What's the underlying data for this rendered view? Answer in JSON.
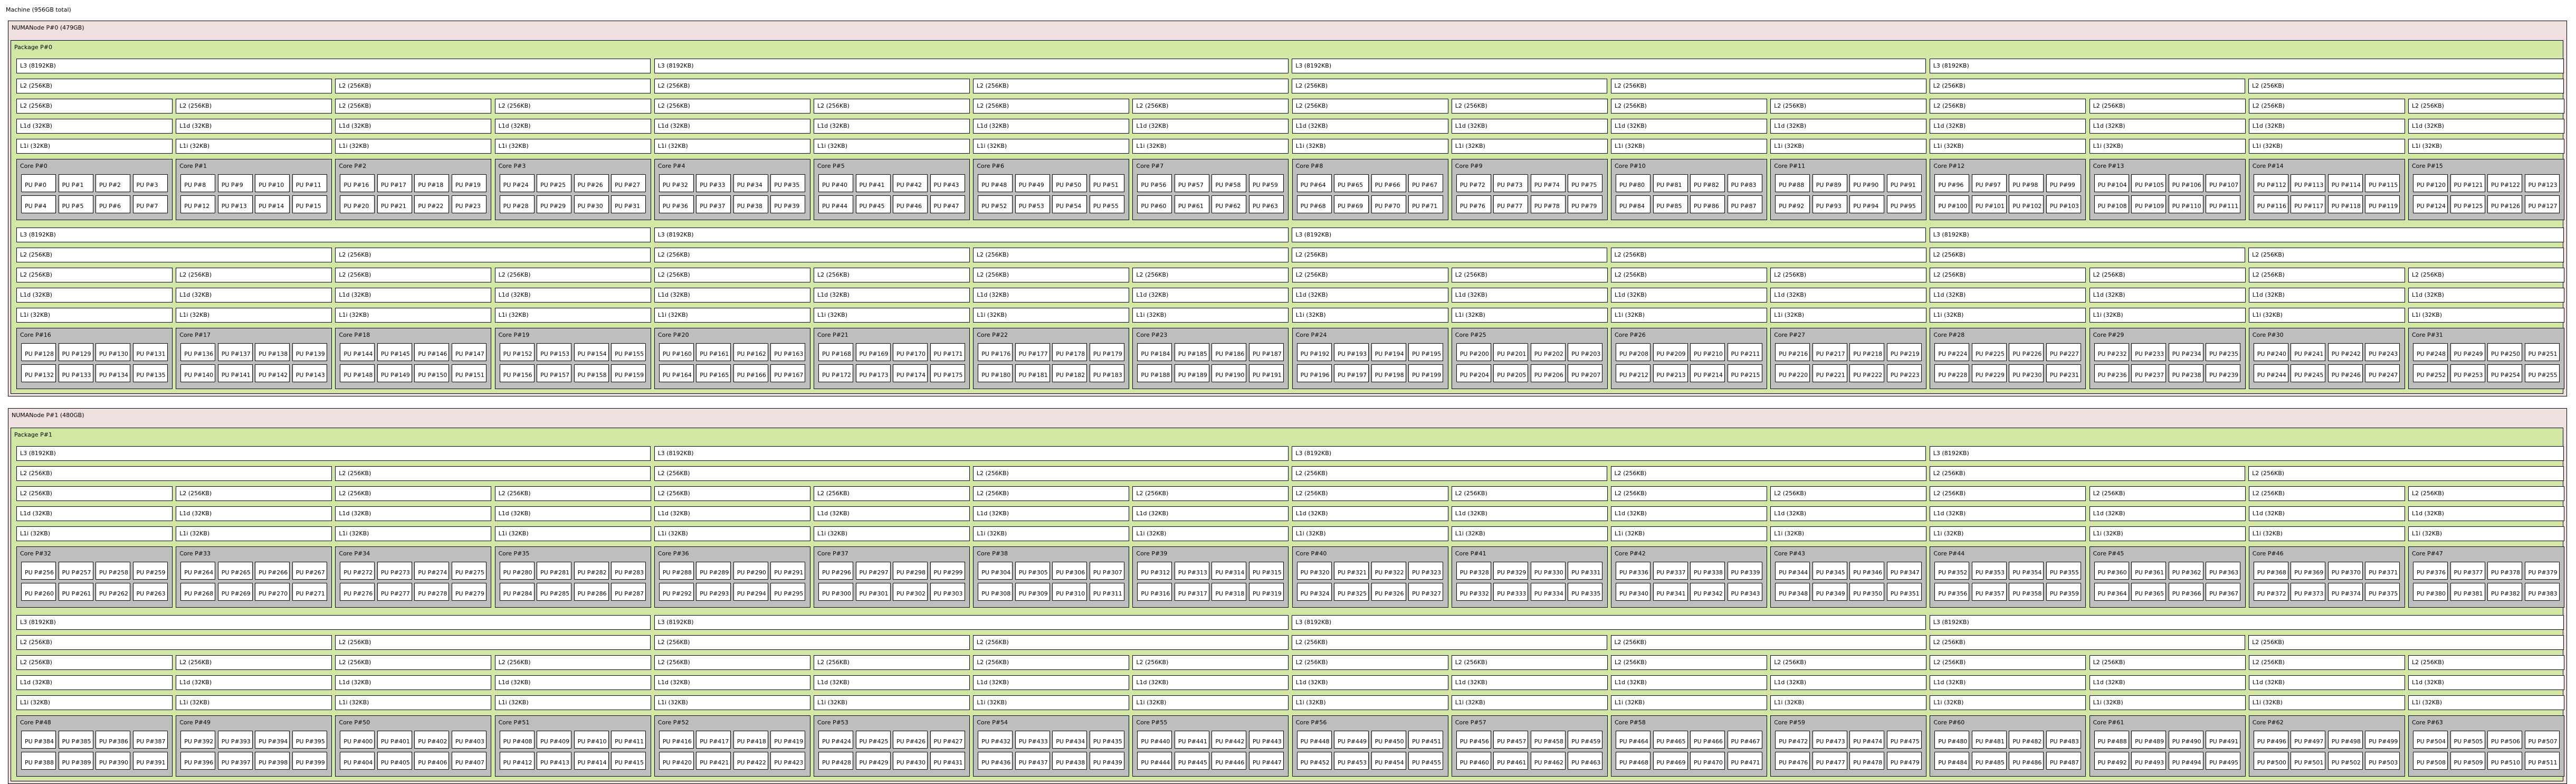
{
  "machine": {
    "label": "Machine (956GB total)"
  },
  "numa_nodes": [
    {
      "label": "NUMANode P#0 (479GB)",
      "package_label": "Package P#0",
      "groups": [
        {
          "l3": [
            "L3 (8192KB)",
            "L3 (8192KB)",
            "L3 (8192KB)",
            "L3 (8192KB)"
          ]
        },
        {
          "l3": [
            "L3 (8192KB)",
            "L3 (8192KB)",
            "L3 (8192KB)",
            "L3 (8192KB)"
          ]
        }
      ]
    },
    {
      "label": "NUMANode P#1 (480GB)",
      "package_label": "Package P#1",
      "groups": [
        {
          "l3": [
            "L3 (8192KB)",
            "L3 (8192KB)",
            "L3 (8192KB)",
            "L3 (8192KB)"
          ]
        },
        {
          "l3": [
            "L3 (8192KB)",
            "L3 (8192KB)",
            "L3 (8192KB)",
            "L3 (8192KB)"
          ]
        }
      ]
    }
  ],
  "cache_labels": {
    "l2": "L2 (256KB)",
    "l1d": "L1d (32KB)",
    "l1i": "L1i (32KB)"
  },
  "cores": [
    {
      "label": "Core P#0",
      "pus": [
        "PU P#0",
        "PU P#1",
        "PU P#2",
        "PU P#3",
        "PU P#4",
        "PU P#5",
        "PU P#6",
        "PU P#7"
      ]
    },
    {
      "label": "Core P#1",
      "pus": [
        "PU P#8",
        "PU P#9",
        "PU P#10",
        "PU P#11",
        "PU P#12",
        "PU P#13",
        "PU P#14",
        "PU P#15"
      ]
    },
    {
      "label": "Core P#2",
      "pus": [
        "PU P#16",
        "PU P#17",
        "PU P#18",
        "PU P#19",
        "PU P#20",
        "PU P#21",
        "PU P#22",
        "PU P#23"
      ]
    },
    {
      "label": "Core P#3",
      "pus": [
        "PU P#24",
        "PU P#25",
        "PU P#26",
        "PU P#27",
        "PU P#28",
        "PU P#29",
        "PU P#30",
        "PU P#31"
      ]
    },
    {
      "label": "Core P#4",
      "pus": [
        "PU P#32",
        "PU P#33",
        "PU P#34",
        "PU P#35",
        "PU P#36",
        "PU P#37",
        "PU P#38",
        "PU P#39"
      ]
    },
    {
      "label": "Core P#5",
      "pus": [
        "PU P#40",
        "PU P#41",
        "PU P#42",
        "PU P#43",
        "PU P#44",
        "PU P#45",
        "PU P#46",
        "PU P#47"
      ]
    },
    {
      "label": "Core P#6",
      "pus": [
        "PU P#48",
        "PU P#49",
        "PU P#50",
        "PU P#51",
        "PU P#52",
        "PU P#53",
        "PU P#54",
        "PU P#55"
      ]
    },
    {
      "label": "Core P#7",
      "pus": [
        "PU P#56",
        "PU P#57",
        "PU P#58",
        "PU P#59",
        "PU P#60",
        "PU P#61",
        "PU P#62",
        "PU P#63"
      ]
    },
    {
      "label": "Core P#8",
      "pus": [
        "PU P#64",
        "PU P#65",
        "PU P#66",
        "PU P#67",
        "PU P#68",
        "PU P#69",
        "PU P#70",
        "PU P#71"
      ]
    },
    {
      "label": "Core P#9",
      "pus": [
        "PU P#72",
        "PU P#73",
        "PU P#74",
        "PU P#75",
        "PU P#76",
        "PU P#77",
        "PU P#78",
        "PU P#79"
      ]
    },
    {
      "label": "Core P#10",
      "pus": [
        "PU P#80",
        "PU P#81",
        "PU P#82",
        "PU P#83",
        "PU P#84",
        "PU P#85",
        "PU P#86",
        "PU P#87"
      ]
    },
    {
      "label": "Core P#11",
      "pus": [
        "PU P#88",
        "PU P#89",
        "PU P#90",
        "PU P#91",
        "PU P#92",
        "PU P#93",
        "PU P#94",
        "PU P#95"
      ]
    },
    {
      "label": "Core P#12",
      "pus": [
        "PU P#96",
        "PU P#97",
        "PU P#98",
        "PU P#99",
        "PU P#100",
        "PU P#101",
        "PU P#102",
        "PU P#103"
      ]
    },
    {
      "label": "Core P#13",
      "pus": [
        "PU P#104",
        "PU P#105",
        "PU P#106",
        "PU P#107",
        "PU P#108",
        "PU P#109",
        "PU P#110",
        "PU P#111"
      ]
    },
    {
      "label": "Core P#14",
      "pus": [
        "PU P#112",
        "PU P#113",
        "PU P#114",
        "PU P#115",
        "PU P#116",
        "PU P#117",
        "PU P#118",
        "PU P#119"
      ]
    },
    {
      "label": "Core P#15",
      "pus": [
        "PU P#120",
        "PU P#121",
        "PU P#122",
        "PU P#123",
        "PU P#124",
        "PU P#125",
        "PU P#126",
        "PU P#127"
      ]
    },
    {
      "label": "Core P#16",
      "pus": [
        "PU P#128",
        "PU P#129",
        "PU P#130",
        "PU P#131",
        "PU P#132",
        "PU P#133",
        "PU P#134",
        "PU P#135"
      ]
    },
    {
      "label": "Core P#17",
      "pus": [
        "PU P#136",
        "PU P#137",
        "PU P#138",
        "PU P#139",
        "PU P#140",
        "PU P#141",
        "PU P#142",
        "PU P#143"
      ]
    },
    {
      "label": "Core P#18",
      "pus": [
        "PU P#144",
        "PU P#145",
        "PU P#146",
        "PU P#147",
        "PU P#148",
        "PU P#149",
        "PU P#150",
        "PU P#151"
      ]
    },
    {
      "label": "Core P#19",
      "pus": [
        "PU P#152",
        "PU P#153",
        "PU P#154",
        "PU P#155",
        "PU P#156",
        "PU P#157",
        "PU P#158",
        "PU P#159"
      ]
    },
    {
      "label": "Core P#20",
      "pus": [
        "PU P#160",
        "PU P#161",
        "PU P#162",
        "PU P#163",
        "PU P#164",
        "PU P#165",
        "PU P#166",
        "PU P#167"
      ]
    },
    {
      "label": "Core P#21",
      "pus": [
        "PU P#168",
        "PU P#169",
        "PU P#170",
        "PU P#171",
        "PU P#172",
        "PU P#173",
        "PU P#174",
        "PU P#175"
      ]
    },
    {
      "label": "Core P#22",
      "pus": [
        "PU P#176",
        "PU P#177",
        "PU P#178",
        "PU P#179",
        "PU P#180",
        "PU P#181",
        "PU P#182",
        "PU P#183"
      ]
    },
    {
      "label": "Core P#23",
      "pus": [
        "PU P#184",
        "PU P#185",
        "PU P#186",
        "PU P#187",
        "PU P#188",
        "PU P#189",
        "PU P#190",
        "PU P#191"
      ]
    },
    {
      "label": "Core P#24",
      "pus": [
        "PU P#192",
        "PU P#193",
        "PU P#194",
        "PU P#195",
        "PU P#196",
        "PU P#197",
        "PU P#198",
        "PU P#199"
      ]
    },
    {
      "label": "Core P#25",
      "pus": [
        "PU P#200",
        "PU P#201",
        "PU P#202",
        "PU P#203",
        "PU P#204",
        "PU P#205",
        "PU P#206",
        "PU P#207"
      ]
    },
    {
      "label": "Core P#26",
      "pus": [
        "PU P#208",
        "PU P#209",
        "PU P#210",
        "PU P#211",
        "PU P#212",
        "PU P#213",
        "PU P#214",
        "PU P#215"
      ]
    },
    {
      "label": "Core P#27",
      "pus": [
        "PU P#216",
        "PU P#217",
        "PU P#218",
        "PU P#219",
        "PU P#220",
        "PU P#221",
        "PU P#222",
        "PU P#223"
      ]
    },
    {
      "label": "Core P#28",
      "pus": [
        "PU P#224",
        "PU P#225",
        "PU P#226",
        "PU P#227",
        "PU P#228",
        "PU P#229",
        "PU P#230",
        "PU P#231"
      ]
    },
    {
      "label": "Core P#29",
      "pus": [
        "PU P#232",
        "PU P#233",
        "PU P#234",
        "PU P#235",
        "PU P#236",
        "PU P#237",
        "PU P#238",
        "PU P#239"
      ]
    },
    {
      "label": "Core P#30",
      "pus": [
        "PU P#240",
        "PU P#241",
        "PU P#242",
        "PU P#243",
        "PU P#244",
        "PU P#245",
        "PU P#246",
        "PU P#247"
      ]
    },
    {
      "label": "Core P#31",
      "pus": [
        "PU P#248",
        "PU P#249",
        "PU P#250",
        "PU P#251",
        "PU P#252",
        "PU P#253",
        "PU P#254",
        "PU P#255"
      ]
    },
    {
      "label": "Core P#32",
      "pus": [
        "PU P#256",
        "PU P#257",
        "PU P#258",
        "PU P#259",
        "PU P#260",
        "PU P#261",
        "PU P#262",
        "PU P#263"
      ]
    },
    {
      "label": "Core P#33",
      "pus": [
        "PU P#264",
        "PU P#265",
        "PU P#266",
        "PU P#267",
        "PU P#268",
        "PU P#269",
        "PU P#270",
        "PU P#271"
      ]
    },
    {
      "label": "Core P#34",
      "pus": [
        "PU P#272",
        "PU P#273",
        "PU P#274",
        "PU P#275",
        "PU P#276",
        "PU P#277",
        "PU P#278",
        "PU P#279"
      ]
    },
    {
      "label": "Core P#35",
      "pus": [
        "PU P#280",
        "PU P#281",
        "PU P#282",
        "PU P#283",
        "PU P#284",
        "PU P#285",
        "PU P#286",
        "PU P#287"
      ]
    },
    {
      "label": "Core P#36",
      "pus": [
        "PU P#288",
        "PU P#289",
        "PU P#290",
        "PU P#291",
        "PU P#292",
        "PU P#293",
        "PU P#294",
        "PU P#295"
      ]
    },
    {
      "label": "Core P#37",
      "pus": [
        "PU P#296",
        "PU P#297",
        "PU P#298",
        "PU P#299",
        "PU P#300",
        "PU P#301",
        "PU P#302",
        "PU P#303"
      ]
    },
    {
      "label": "Core P#38",
      "pus": [
        "PU P#304",
        "PU P#305",
        "PU P#306",
        "PU P#307",
        "PU P#308",
        "PU P#309",
        "PU P#310",
        "PU P#311"
      ]
    },
    {
      "label": "Core P#39",
      "pus": [
        "PU P#312",
        "PU P#313",
        "PU P#314",
        "PU P#315",
        "PU P#316",
        "PU P#317",
        "PU P#318",
        "PU P#319"
      ]
    },
    {
      "label": "Core P#40",
      "pus": [
        "PU P#320",
        "PU P#321",
        "PU P#322",
        "PU P#323",
        "PU P#324",
        "PU P#325",
        "PU P#326",
        "PU P#327"
      ]
    },
    {
      "label": "Core P#41",
      "pus": [
        "PU P#328",
        "PU P#329",
        "PU P#330",
        "PU P#331",
        "PU P#332",
        "PU P#333",
        "PU P#334",
        "PU P#335"
      ]
    },
    {
      "label": "Core P#42",
      "pus": [
        "PU P#336",
        "PU P#337",
        "PU P#338",
        "PU P#339",
        "PU P#340",
        "PU P#341",
        "PU P#342",
        "PU P#343"
      ]
    },
    {
      "label": "Core P#43",
      "pus": [
        "PU P#344",
        "PU P#345",
        "PU P#346",
        "PU P#347",
        "PU P#348",
        "PU P#349",
        "PU P#350",
        "PU P#351"
      ]
    },
    {
      "label": "Core P#44",
      "pus": [
        "PU P#352",
        "PU P#353",
        "PU P#354",
        "PU P#355",
        "PU P#356",
        "PU P#357",
        "PU P#358",
        "PU P#359"
      ]
    },
    {
      "label": "Core P#45",
      "pus": [
        "PU P#360",
        "PU P#361",
        "PU P#362",
        "PU P#363",
        "PU P#364",
        "PU P#365",
        "PU P#366",
        "PU P#367"
      ]
    },
    {
      "label": "Core P#46",
      "pus": [
        "PU P#368",
        "PU P#369",
        "PU P#370",
        "PU P#371",
        "PU P#372",
        "PU P#373",
        "PU P#374",
        "PU P#375"
      ]
    },
    {
      "label": "Core P#47",
      "pus": [
        "PU P#376",
        "PU P#377",
        "PU P#378",
        "PU P#379",
        "PU P#380",
        "PU P#381",
        "PU P#382",
        "PU P#383"
      ]
    },
    {
      "label": "Core P#48",
      "pus": [
        "PU P#384",
        "PU P#385",
        "PU P#386",
        "PU P#387",
        "PU P#388",
        "PU P#389",
        "PU P#390",
        "PU P#391"
      ]
    },
    {
      "label": "Core P#49",
      "pus": [
        "PU P#392",
        "PU P#393",
        "PU P#394",
        "PU P#395",
        "PU P#396",
        "PU P#397",
        "PU P#398",
        "PU P#399"
      ]
    },
    {
      "label": "Core P#50",
      "pus": [
        "PU P#400",
        "PU P#401",
        "PU P#402",
        "PU P#403",
        "PU P#404",
        "PU P#405",
        "PU P#406",
        "PU P#407"
      ]
    },
    {
      "label": "Core P#51",
      "pus": [
        "PU P#408",
        "PU P#409",
        "PU P#410",
        "PU P#411",
        "PU P#412",
        "PU P#413",
        "PU P#414",
        "PU P#415"
      ]
    },
    {
      "label": "Core P#52",
      "pus": [
        "PU P#416",
        "PU P#417",
        "PU P#418",
        "PU P#419",
        "PU P#420",
        "PU P#421",
        "PU P#422",
        "PU P#423"
      ]
    },
    {
      "label": "Core P#53",
      "pus": [
        "PU P#424",
        "PU P#425",
        "PU P#426",
        "PU P#427",
        "PU P#428",
        "PU P#429",
        "PU P#430",
        "PU P#431"
      ]
    },
    {
      "label": "Core P#54",
      "pus": [
        "PU P#432",
        "PU P#433",
        "PU P#434",
        "PU P#435",
        "PU P#436",
        "PU P#437",
        "PU P#438",
        "PU P#439"
      ]
    },
    {
      "label": "Core P#55",
      "pus": [
        "PU P#440",
        "PU P#441",
        "PU P#442",
        "PU P#443",
        "PU P#444",
        "PU P#445",
        "PU P#446",
        "PU P#447"
      ]
    },
    {
      "label": "Core P#56",
      "pus": [
        "PU P#448",
        "PU P#449",
        "PU P#450",
        "PU P#451",
        "PU P#452",
        "PU P#453",
        "PU P#454",
        "PU P#455"
      ]
    },
    {
      "label": "Core P#57",
      "pus": [
        "PU P#456",
        "PU P#457",
        "PU P#458",
        "PU P#459",
        "PU P#460",
        "PU P#461",
        "PU P#462",
        "PU P#463"
      ]
    },
    {
      "label": "Core P#58",
      "pus": [
        "PU P#464",
        "PU P#465",
        "PU P#466",
        "PU P#467",
        "PU P#468",
        "PU P#469",
        "PU P#470",
        "PU P#471"
      ]
    },
    {
      "label": "Core P#59",
      "pus": [
        "PU P#472",
        "PU P#473",
        "PU P#474",
        "PU P#475",
        "PU P#476",
        "PU P#477",
        "PU P#478",
        "PU P#479"
      ]
    },
    {
      "label": "Core P#60",
      "pus": [
        "PU P#480",
        "PU P#481",
        "PU P#482",
        "PU P#483",
        "PU P#484",
        "PU P#485",
        "PU P#486",
        "PU P#487"
      ]
    },
    {
      "label": "Core P#61",
      "pus": [
        "PU P#488",
        "PU P#489",
        "PU P#490",
        "PU P#491",
        "PU P#492",
        "PU P#493",
        "PU P#494",
        "PU P#495"
      ]
    },
    {
      "label": "Core P#62",
      "pus": [
        "PU P#496",
        "PU P#497",
        "PU P#498",
        "PU P#499",
        "PU P#500",
        "PU P#501",
        "PU P#502",
        "PU P#503"
      ]
    },
    {
      "label": "Core P#63",
      "pus": [
        "PU P#504",
        "PU P#505",
        "PU P#506",
        "PU P#507",
        "PU P#508",
        "PU P#509",
        "PU P#510",
        "PU P#511"
      ]
    }
  ],
  "colors": {
    "machine": "#ffffff",
    "numa": "#efdfde",
    "package": "#d2e7a4",
    "cache": "#ffffff",
    "core": "#bebebe",
    "pu": "#ffffff"
  }
}
